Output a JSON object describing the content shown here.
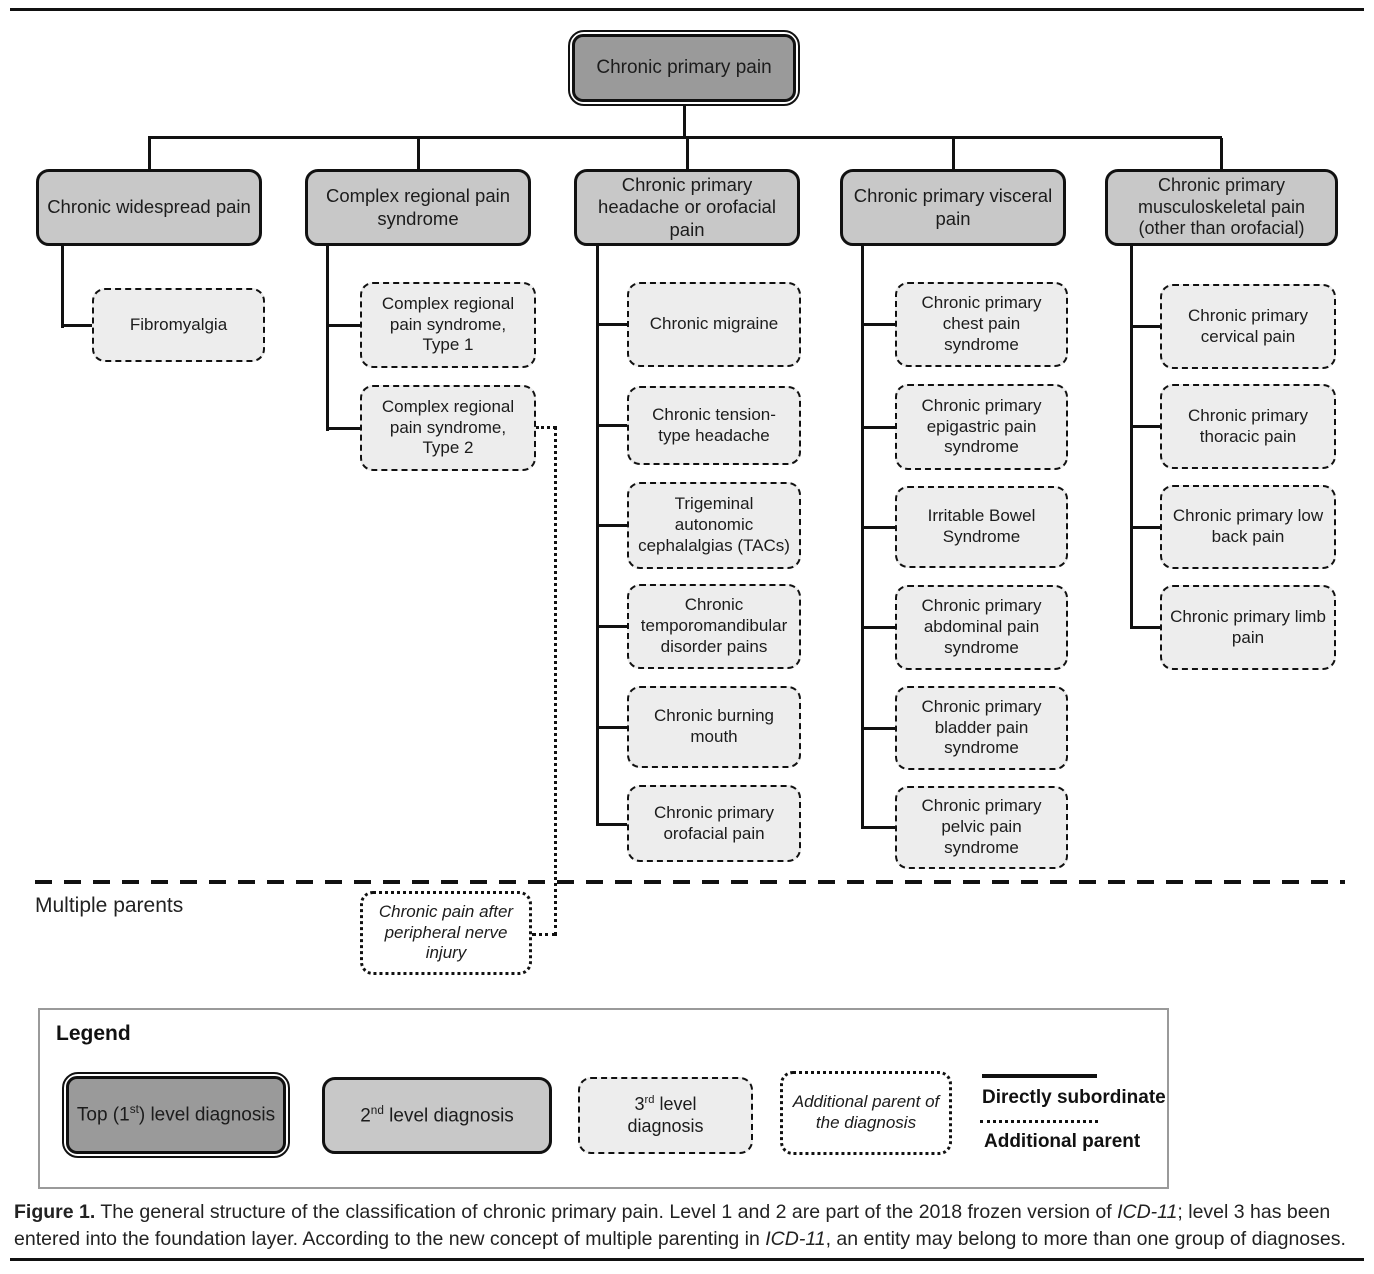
{
  "tree": {
    "root_label": "Chronic primary pain",
    "columns": [
      {
        "label": "Chronic widespread pain",
        "children": [
          "Fibromyalgia"
        ]
      },
      {
        "label": "Complex regional pain syndrome",
        "children": [
          "Complex regional pain syndrome, Type 1",
          "Complex regional pain syndrome, Type 2"
        ]
      },
      {
        "label": "Chronic primary headache or orofacial pain",
        "children": [
          "Chronic migraine",
          "Chronic tension-type headache",
          "Trigeminal autonomic cephalalgias (TACs)",
          "Chronic temporomandibular disorder pains",
          "Chronic burning mouth",
          "Chronic primary orofacial pain"
        ]
      },
      {
        "label": "Chronic primary visceral pain",
        "children": [
          "Chronic primary chest pain syndrome",
          "Chronic primary epigastric pain syndrome",
          "Irritable Bowel Syndrome",
          "Chronic primary abdominal pain syndrome",
          "Chronic primary bladder pain syndrome",
          "Chronic primary pelvic pain syndrome"
        ]
      },
      {
        "label": "Chronic primary musculoskeletal pain (other than orofacial)",
        "children": [
          "Chronic primary cervical pain",
          "Chronic primary thoracic pain",
          "Chronic primary low back pain",
          "Chronic primary limb pain"
        ]
      }
    ]
  },
  "multiple_parents": {
    "section_label": "Multiple parents",
    "node_label": "Chronic pain after peripheral nerve injury"
  },
  "legend": {
    "title": "Legend",
    "top_level": {
      "pre": "Top (1",
      "sup": "st",
      "post": ")  level diagnosis"
    },
    "second_level": {
      "pre": "2",
      "sup": "nd",
      "post": " level diagnosis"
    },
    "third_level": {
      "pre": "3",
      "sup": "rd",
      "post": " level",
      "line2": "diagnosis"
    },
    "additional_parent_node": "Additional parent of the diagnosis",
    "line_solid_label": "Directly subordinate",
    "line_dotted_label": "Additional parent"
  },
  "caption": {
    "fig_label": "Figure 1.",
    "text_1": " The general structure of the classification of chronic primary pain. Level 1 and 2 are part of the 2018 frozen version of ",
    "italic_1": "ICD-11",
    "text_2": "; level 3 has been entered into the foundation layer. According to the new concept of multiple parenting in ",
    "italic_2": "ICD-11",
    "text_3": ", an entity may belong to more than one group of diagnoses."
  },
  "colors": {
    "level1_fill": "#9a9a9a",
    "level2_fill": "#c8c8c8",
    "level3_fill": "#ededed",
    "line": "#111111"
  }
}
